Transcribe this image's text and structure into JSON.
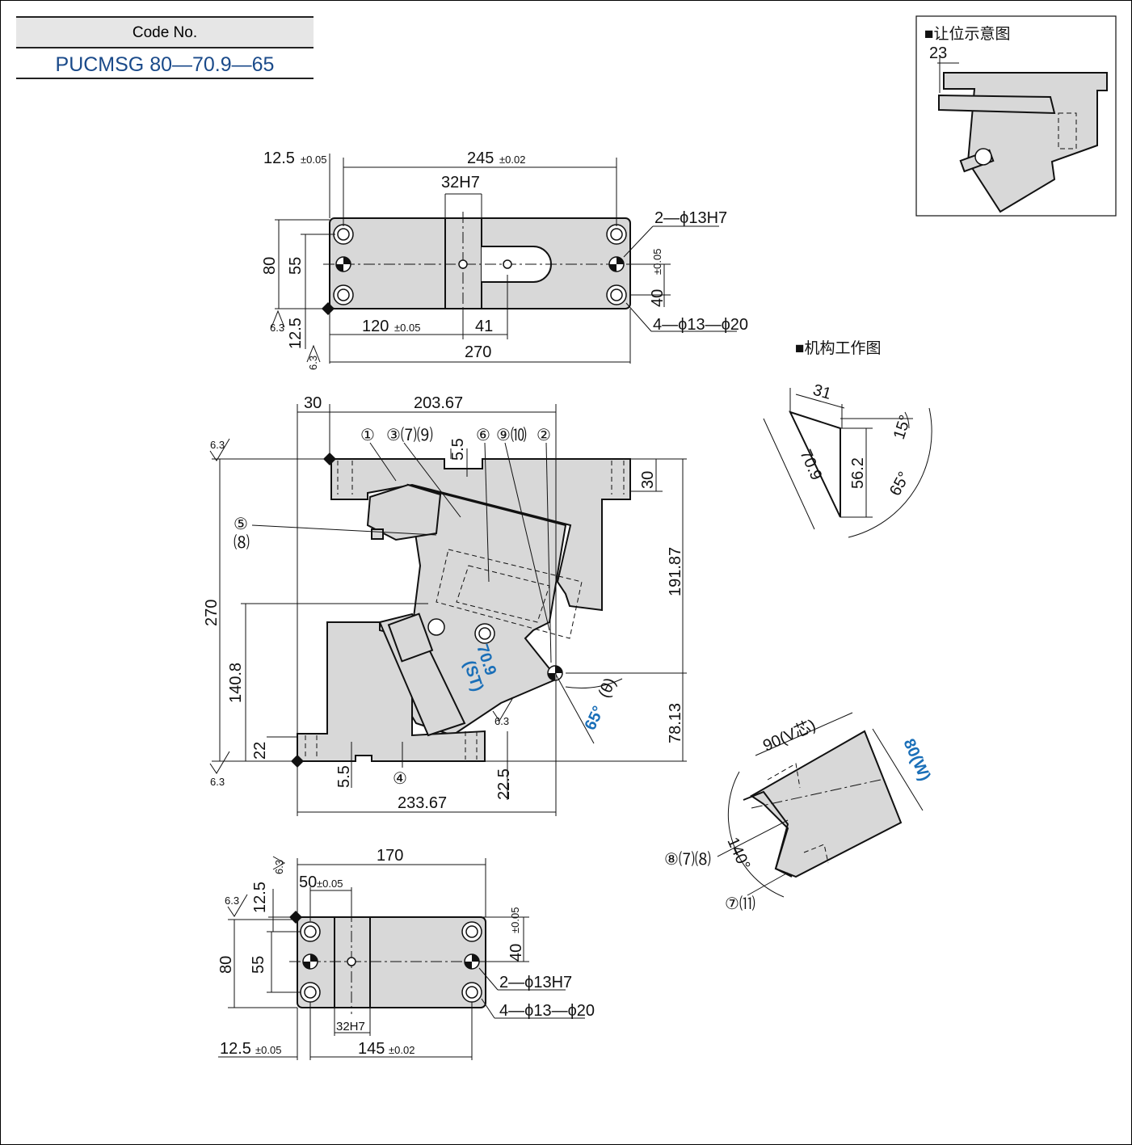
{
  "code": {
    "label": "Code No.",
    "value": "PUCMSG 80—70.9—65"
  },
  "inset_clearance": {
    "title": "■让位示意图",
    "dim": "23"
  },
  "inset_mechanism": {
    "title": "■机构工作图",
    "dim_31": "31",
    "dim_15": "15°",
    "dim_562": "56.2",
    "dim_709": "70.9",
    "dim_65": "65°"
  },
  "top_view": {
    "d125": "12.5",
    "tol005": "±0.05",
    "d245": "245",
    "tol002": "±0.02",
    "d32h7": "32H7",
    "d80": "80",
    "d55": "55",
    "d125b": "12.5",
    "d120": "120",
    "d41": "41",
    "d270": "270",
    "d40": "40",
    "hole1": "2—ϕ13H7",
    "hole2": "4—ϕ13—ϕ20",
    "r63": "6.3"
  },
  "front_view": {
    "d30": "30",
    "d20367": "203.67",
    "d55": "5.5",
    "d30b": "30",
    "d19187": "191.87",
    "d270": "270",
    "d1408": "140.8",
    "d22": "22",
    "d55b": "5.5",
    "d225": "22.5",
    "d7813": "78.13",
    "d23367": "233.67",
    "st": "70.9",
    "st_lbl": "(ST)",
    "angle": "65°",
    "angle_lbl": "(θ)",
    "r63": "6.3",
    "parts": [
      "①",
      "③⑺⑼",
      "⑥",
      "⑨⑽",
      "②",
      "⑤",
      "⑻",
      "④"
    ]
  },
  "v_view": {
    "d90": "90(V芯)",
    "d80w": "80(W)",
    "d140": "140°",
    "p1": "⑧⑺⑻",
    "p2": "⑦⑾"
  },
  "bottom_view": {
    "d170": "170",
    "d50": "50",
    "tol005": "±0.05",
    "d125": "12.5",
    "d80": "80",
    "d55": "55",
    "d40": "40",
    "hole1": "2—ϕ13H7",
    "hole2": "4—ϕ13—ϕ20",
    "d32h7": "32H7",
    "d125b": "12.5",
    "d145": "145",
    "tol002": "±0.02",
    "r63": "6.3"
  }
}
